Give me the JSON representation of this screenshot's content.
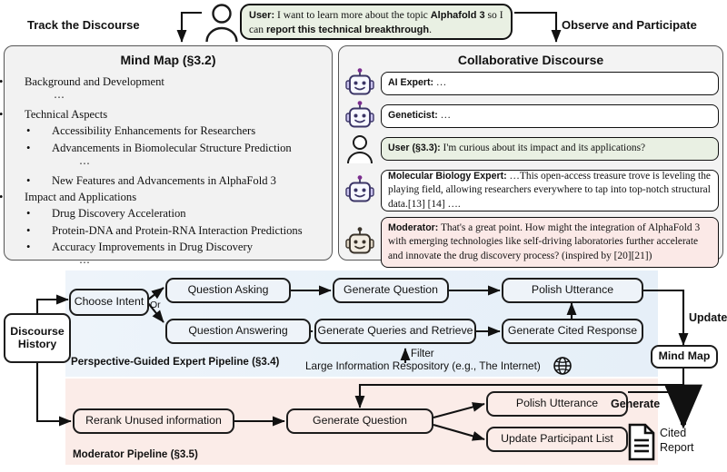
{
  "header": {
    "track_label": "Track the Discourse",
    "observe_label": "Observe and Participate",
    "user_bubble": {
      "speaker": "User:",
      "text_1": " I want to learn more about the topic ",
      "topic": "Alphafold 3",
      "text_2": " so I can ",
      "action": "report this technical breakthrough",
      "text_3": "."
    }
  },
  "mindmap": {
    "title": "Mind Map (§3.2)",
    "items": [
      {
        "level": 1,
        "text": "Background and Development"
      },
      {
        "level": "dots",
        "text": "⋯"
      },
      {
        "level": 1,
        "text": "Technical Aspects"
      },
      {
        "level": 2,
        "text": "Accessibility Enhancements for Researchers"
      },
      {
        "level": 2,
        "text": "Advancements in Biomolecular Structure Prediction"
      },
      {
        "level": "dots2",
        "text": "⋯"
      },
      {
        "level": 2,
        "text": "New Features and Advancements in AlphaFold 3"
      },
      {
        "level": 1,
        "text": "Impact and Applications"
      },
      {
        "level": 2,
        "text": "Drug Discovery Acceleration"
      },
      {
        "level": 2,
        "text": "Protein-DNA and Protein-RNA Interaction Predictions"
      },
      {
        "level": 2,
        "text": "Accuracy Improvements in Drug Discovery"
      },
      {
        "level": "dots2",
        "text": "⋯"
      }
    ]
  },
  "discourse": {
    "title": "Collaborative Discourse",
    "messages": [
      {
        "avatar": "robot-blue-icon",
        "speaker": "AI Expert:",
        "text": " …",
        "tone": "white"
      },
      {
        "avatar": "robot-blue-icon",
        "speaker": "Geneticist:",
        "text": " …",
        "tone": "white"
      },
      {
        "avatar": "person-icon",
        "speaker": "User (§3.3):",
        "text": " I'm curious about its impact and its applications?",
        "tone": "green"
      },
      {
        "avatar": "robot-blue-icon",
        "speaker": "Molecular Biology Expert:",
        "text": " …This open-access treasure trove is leveling the playing field, allowing researchers everywhere to tap into top-notch structural data.[13] [14] ….",
        "tone": "white"
      },
      {
        "avatar": "robot-beige-icon",
        "speaker": "Moderator:",
        "text": " That's a great point. How might the integration of AlphaFold 3 with emerging technologies like self-driving laboratories further accelerate and innovate the drug discovery process? (inspired by [20][21])",
        "tone": "pink"
      }
    ]
  },
  "pipeline": {
    "discourse_history": "Discourse\nHistory",
    "expert": {
      "band_label": "Perspective-Guided Expert Pipeline (§3.4)",
      "choose_intent": "Choose Intent",
      "or_label": "Or",
      "question_asking": "Question Asking",
      "question_answering": "Question Answering",
      "generate_question": "Generate Question",
      "generate_queries": "Generate Queries and Retrieve",
      "polish_utterance": "Polish Utterance",
      "generate_cited_response": "Generate Cited Response",
      "filter_label": "Filter",
      "repository_label": "Large Information Respository (e.g., The Internet)",
      "globe_icon": "globe-icon"
    },
    "moderator": {
      "band_label": "Moderator Pipeline (§3.5)",
      "rerank": "Rerank Unused information",
      "generate_question": "Generate Question",
      "polish_utterance": "Polish Utterance",
      "update_participant_list": "Update Participant List"
    },
    "mind_map_box": "Mind Map",
    "update_label": "Update",
    "generate_label": "Generate",
    "cited_report": "Cited\nReport",
    "report_icon": "document-icon"
  },
  "colors": {
    "panel_bg": "#f2f2f2",
    "expert_band": "#e9f1f9",
    "moderator_band": "#fbece8",
    "green_bubble": "#e9f0e3",
    "pink_bubble": "#fbe9e7",
    "stroke": "#1a1a1a"
  }
}
